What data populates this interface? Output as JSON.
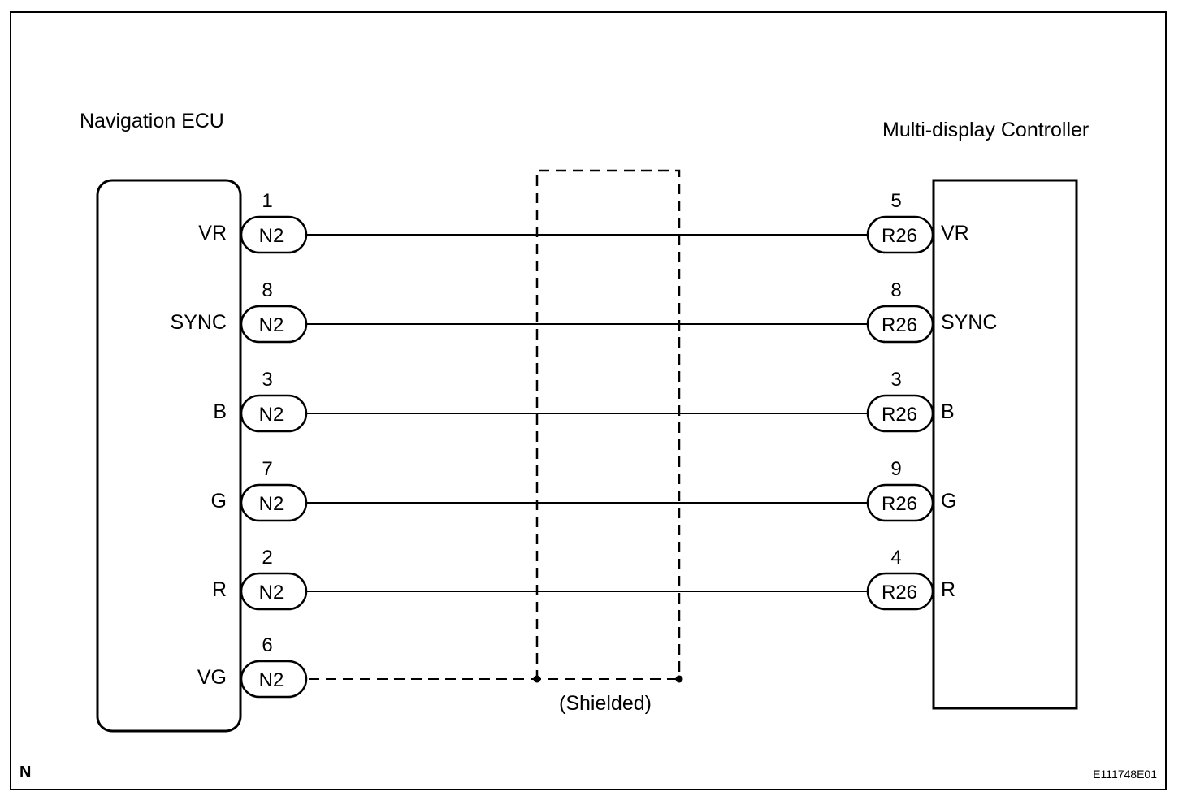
{
  "diagram": {
    "left_component": "Navigation ECU",
    "right_component": "Multi-display Controller",
    "shield_label": "(Shielded)",
    "corner_letter": "N",
    "figure_code": "E111748E01",
    "left_connector": "N2",
    "right_connector": "R26",
    "wires": [
      {
        "signal": "VR",
        "left_pin": "1",
        "right_pin": "5",
        "right_signal": "VR",
        "shield_ground": false
      },
      {
        "signal": "SYNC",
        "left_pin": "8",
        "right_pin": "8",
        "right_signal": "SYNC",
        "shield_ground": false
      },
      {
        "signal": "B",
        "left_pin": "3",
        "right_pin": "3",
        "right_signal": "B",
        "shield_ground": false
      },
      {
        "signal": "G",
        "left_pin": "7",
        "right_pin": "9",
        "right_signal": "G",
        "shield_ground": false
      },
      {
        "signal": "R",
        "left_pin": "2",
        "right_pin": "4",
        "right_signal": "R",
        "shield_ground": false
      },
      {
        "signal": "VG",
        "left_pin": "6",
        "right_pin": "",
        "right_signal": "",
        "shield_ground": true
      }
    ]
  }
}
